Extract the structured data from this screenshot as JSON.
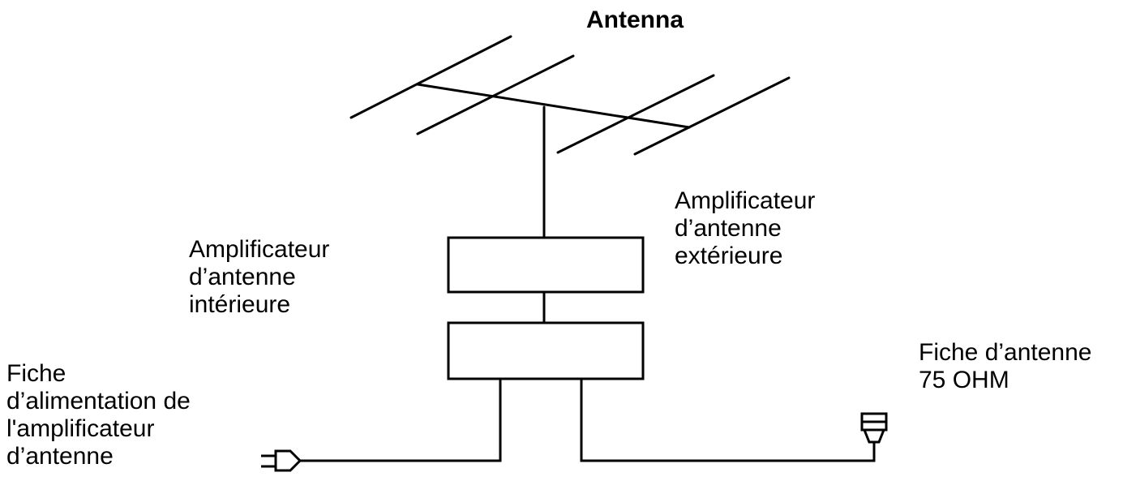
{
  "title": "Antenna",
  "labels": {
    "outdoor_amp": [
      "Amplificateur",
      "d’antenne",
      "extérieure"
    ],
    "indoor_amp": [
      "Amplificateur",
      "d’antenne",
      "intérieure"
    ],
    "antenna_plug": [
      "Fiche d’antenne",
      "75 OHM"
    ],
    "power_plug": [
      "Fiche",
      "d’alimentation de",
      "l'amplificateur",
      "d’antenne"
    ]
  }
}
